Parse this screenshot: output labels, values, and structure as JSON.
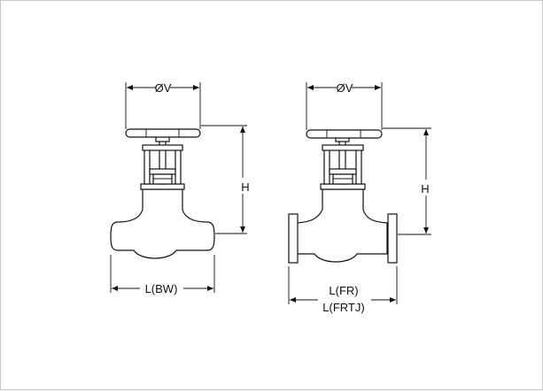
{
  "diagram": {
    "left_view": {
      "handwheel_dim": "ØV",
      "height_dim": "H",
      "length_dim": "L(BW)"
    },
    "right_view": {
      "handwheel_dim": "ØV",
      "height_dim": "H",
      "length_dim_line1": "L(FR)",
      "length_dim_line2": "L(FRTJ)"
    },
    "colors": {
      "line": "#111111",
      "border": "#c8c8c8",
      "background": "#ffffff"
    }
  }
}
